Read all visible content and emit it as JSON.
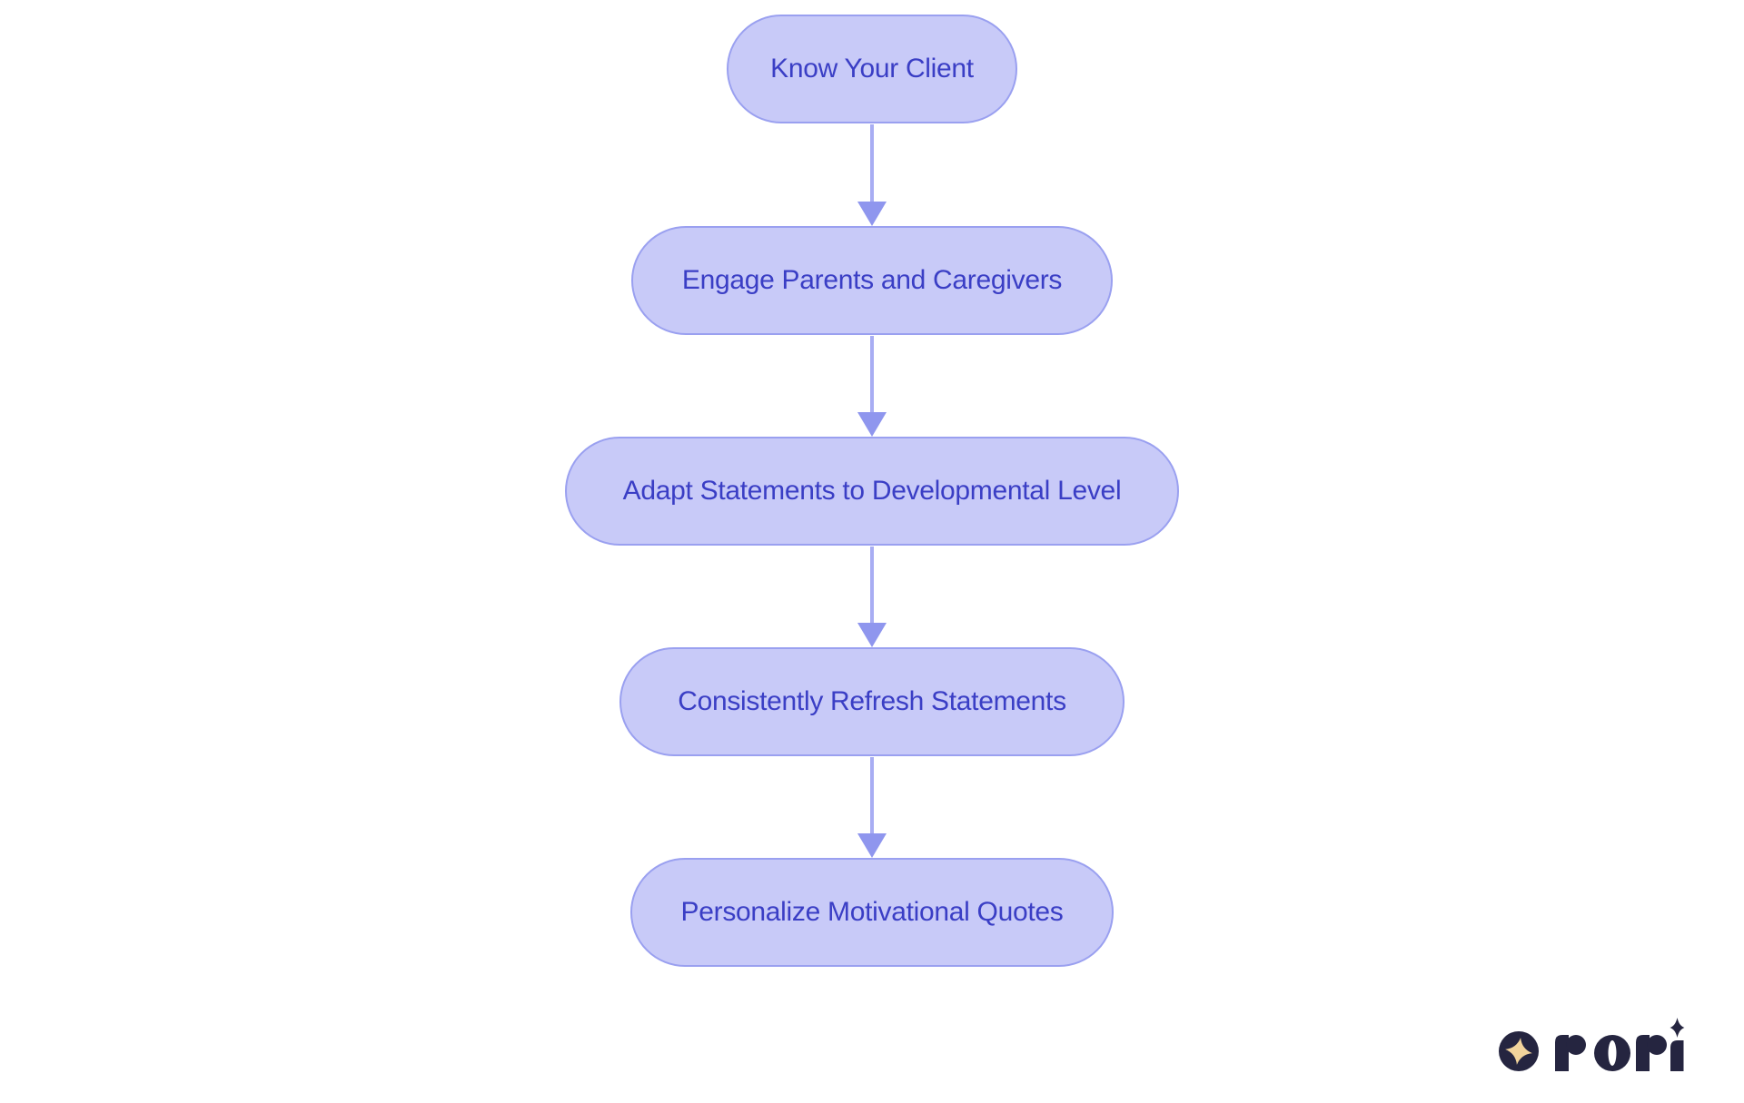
{
  "colors": {
    "background": "#ffffff",
    "node_fill": "#c8caf8",
    "node_border": "#9aa0f0",
    "node_text": "#3a3ec5",
    "arrow_line": "#a8adf3",
    "arrow_head": "#8f96ee",
    "logo_navy": "#252540",
    "logo_gold": "#f2d49c"
  },
  "flowchart": {
    "type": "flowchart",
    "direction": "top-down",
    "nodes": [
      {
        "id": "n1",
        "label": "Know Your Client"
      },
      {
        "id": "n2",
        "label": "Engage Parents and Caregivers"
      },
      {
        "id": "n3",
        "label": "Adapt Statements to Developmental Level"
      },
      {
        "id": "n4",
        "label": "Consistently Refresh Statements"
      },
      {
        "id": "n5",
        "label": "Personalize Motivational Quotes"
      }
    ],
    "edges": [
      {
        "from": "n1",
        "to": "n2"
      },
      {
        "from": "n2",
        "to": "n3"
      },
      {
        "from": "n3",
        "to": "n4"
      },
      {
        "from": "n4",
        "to": "n5"
      }
    ]
  },
  "branding": {
    "logo_text": "rori"
  }
}
